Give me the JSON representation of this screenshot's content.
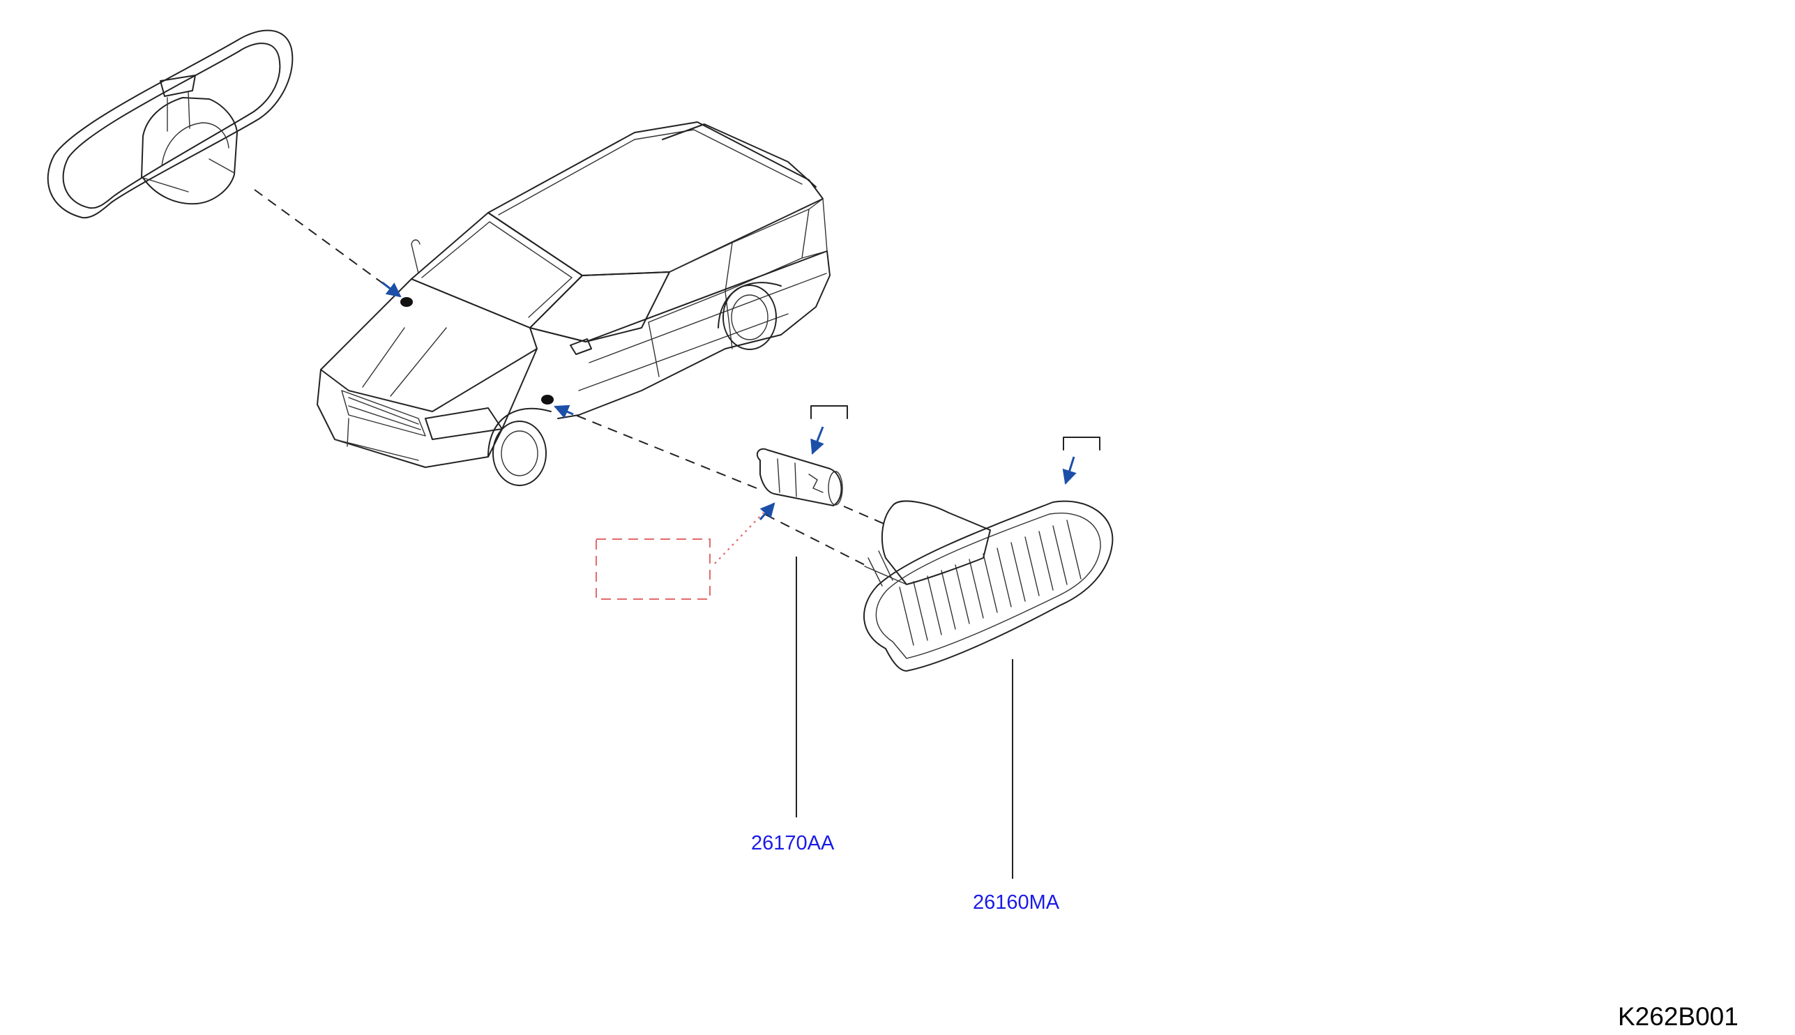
{
  "colors": {
    "line": "#222222",
    "part_label": "#1a1ae6",
    "arrow": "#1c4fa8",
    "ref_box": "#e36a6a",
    "background": "#ffffff"
  },
  "parts": [
    {
      "part_number": "26170AA"
    },
    {
      "part_number": "26160MA"
    }
  ],
  "diagram_id": "K262B001"
}
